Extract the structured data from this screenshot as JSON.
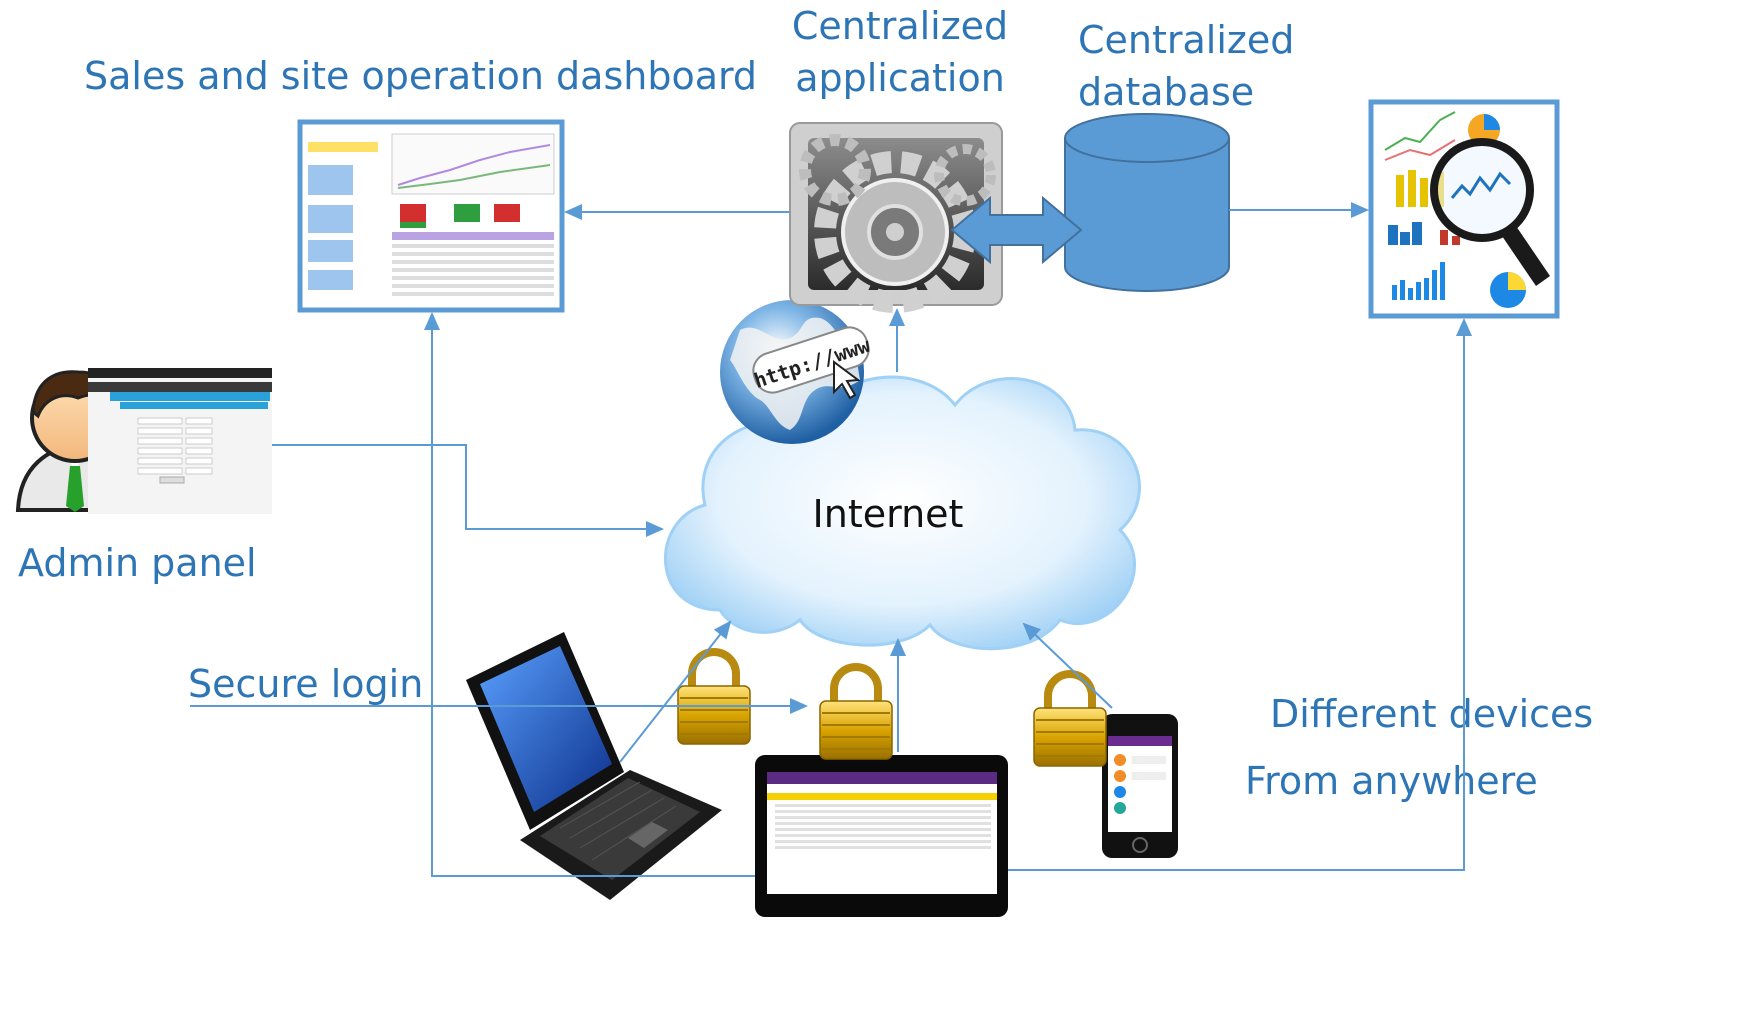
{
  "labels": {
    "dashboard": "Sales and site operation dashboard",
    "app_line1": "Centralized",
    "app_line2": "application",
    "db_line1": "Centralized",
    "db_line2": "database",
    "admin": "Admin panel",
    "internet": "Internet",
    "secure_login": "Secure login",
    "devices": "Different devices",
    "anywhere": "From anywhere",
    "url": "http://www"
  },
  "colors": {
    "label": "#2e75b6",
    "arrow": "#5b9bd5",
    "database_fill": "#5b9bd5",
    "database_stroke": "#41719c",
    "cloud": "#cde7fb"
  },
  "icons": [
    "dashboard-thumbnail",
    "gear-app-icon",
    "database-cylinder",
    "analytics-magnifier-icon",
    "globe-http-icon",
    "admin-user-avatar",
    "admin-panel-screenshot",
    "internet-cloud",
    "laptop",
    "tablet",
    "smartphone",
    "padlock-icon"
  ]
}
